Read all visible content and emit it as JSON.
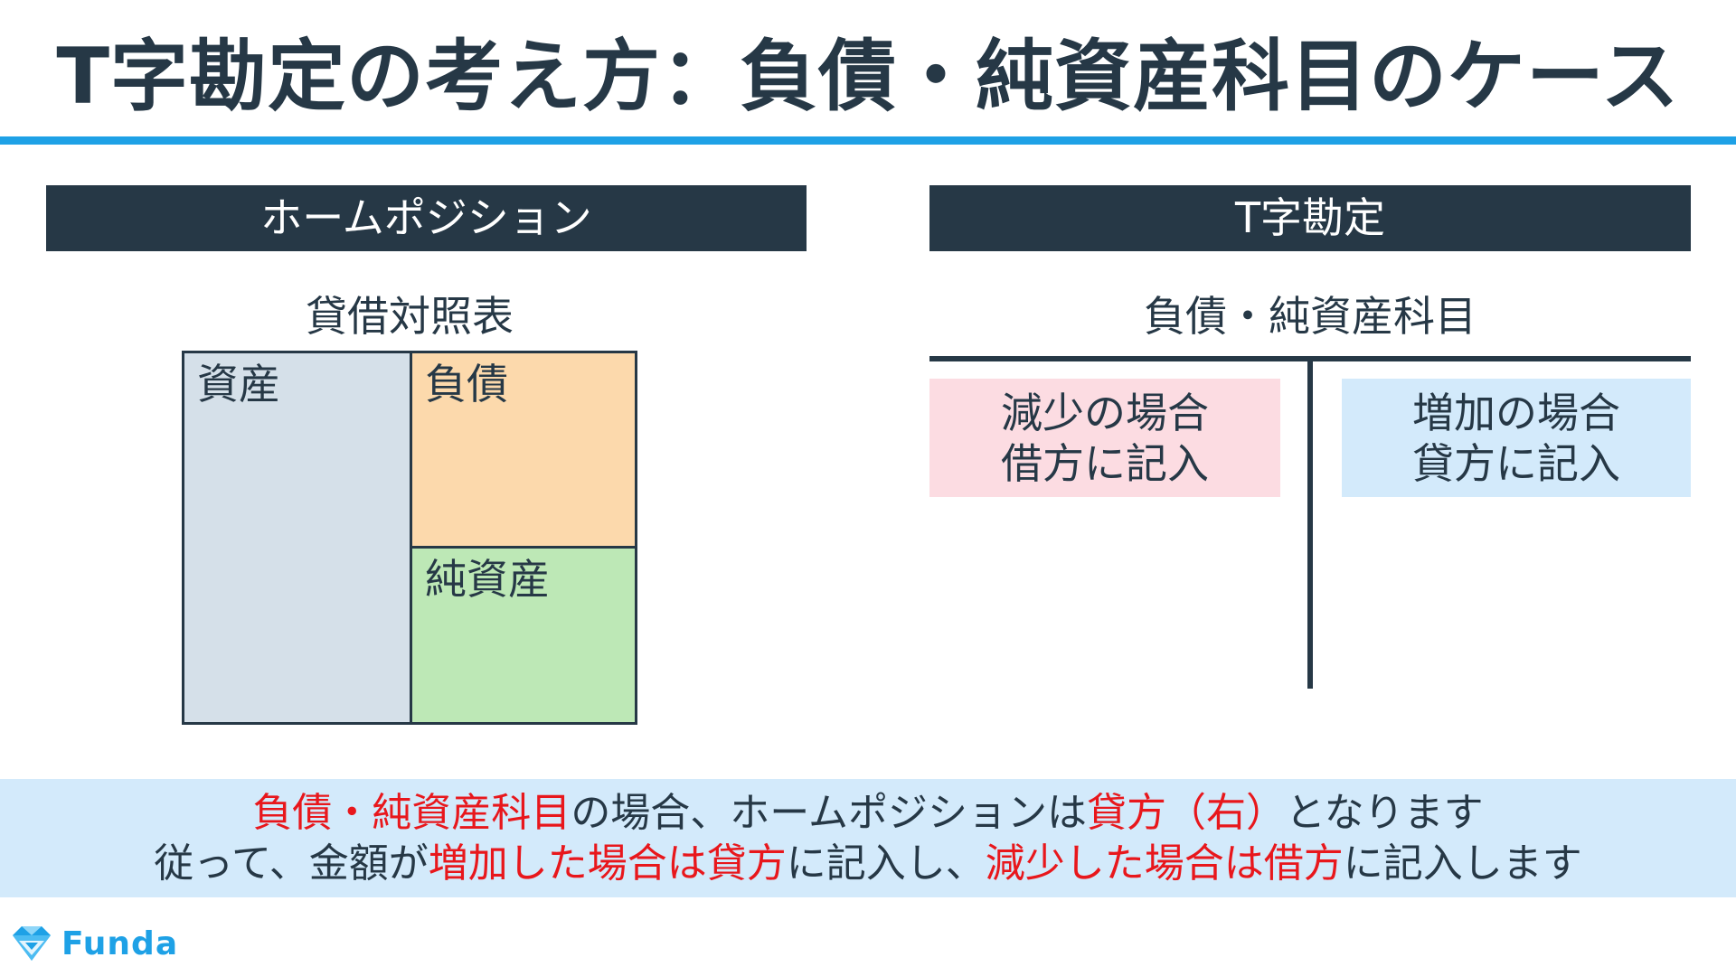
{
  "title": "T字勘定の考え方：負債・純資産科目のケース",
  "left_panel": {
    "header": "ホームポジション",
    "caption": "貸借対照表",
    "boxes": {
      "asset": "資産",
      "liability": "負債",
      "equity": "純資産"
    }
  },
  "right_panel": {
    "header": "T字勘定",
    "caption": "負債・純資産科目",
    "debit_side": {
      "line1": "減少の場合",
      "line2": "借方に記入"
    },
    "credit_side": {
      "line1": "増加の場合",
      "line2": "貸方に記入"
    }
  },
  "note": {
    "line1": [
      {
        "text": "負債・純資産科目",
        "highlight": true
      },
      {
        "text": "の場合、ホームポジションは",
        "highlight": false
      },
      {
        "text": "貸方（右）",
        "highlight": true
      },
      {
        "text": "となります",
        "highlight": false
      }
    ],
    "line2": [
      {
        "text": "従って、金額が",
        "highlight": false
      },
      {
        "text": "増加した場合は貸方",
        "highlight": true
      },
      {
        "text": "に記入し、",
        "highlight": false
      },
      {
        "text": "減少した場合は借方",
        "highlight": true
      },
      {
        "text": "に記入します",
        "highlight": false
      }
    ]
  },
  "logo": {
    "text": "Funda",
    "icon": "diamond-logo-icon"
  },
  "colors": {
    "dark_navy": "#263846",
    "accent_blue": "#1ea1e6",
    "highlight_red": "#e8171c",
    "asset_fill": "#d5e0e9",
    "liability_fill": "#fcd9ac",
    "equity_fill": "#bde8b6",
    "debit_fill": "#fcdce2",
    "credit_fill": "#d3eafb"
  }
}
